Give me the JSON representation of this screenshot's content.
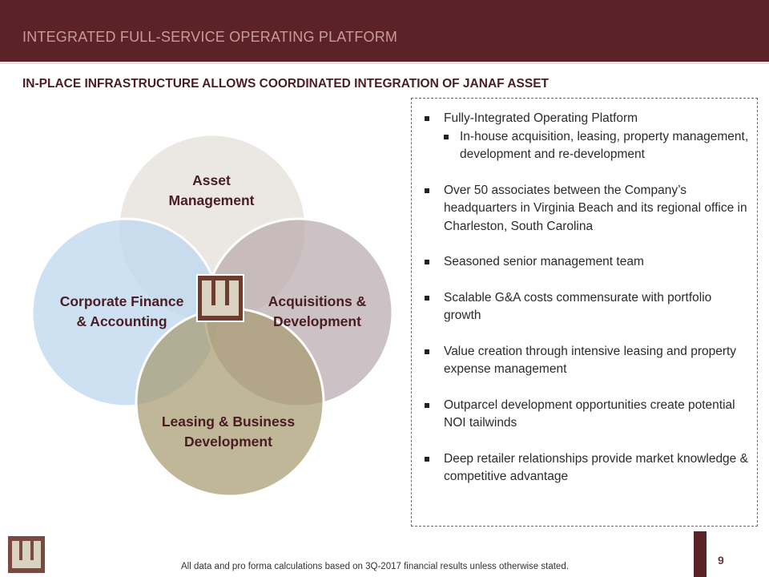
{
  "header": {
    "title": "INTEGRATED FULL-SERVICE OPERATING PLATFORM",
    "subtitle": "IN-PLACE INFRASTRUCTURE ALLOWS COORDINATED INTEGRATION OF JANAF ASSET"
  },
  "venn": {
    "circles": [
      {
        "label_line1": "Asset",
        "label_line2": "Management",
        "color": "#e9e6e0"
      },
      {
        "label_line1": "Corporate Finance",
        "label_line2": "& Accounting",
        "color": "#bfd9ef"
      },
      {
        "label_line1": "Acquisitions &",
        "label_line2": "Development",
        "color": "#cbbcc0"
      },
      {
        "label_line1": "Leasing & Business",
        "label_line2": "Development",
        "color": "#b7ab8b"
      }
    ],
    "center_logo": "wheeler-w-logo-icon"
  },
  "bullets": {
    "b1": {
      "text": "Fully-Integrated Operating Platform",
      "sub": "In-house acquisition, leasing, property management, development and re-development"
    },
    "b2": "Over 50 associates between the Company’s headquarters in Virginia Beach and its regional office in Charleston, South Carolina",
    "b3": "Seasoned senior management team",
    "b4": "Scalable G&A costs commensurate with portfolio growth",
    "b5": "Value creation through intensive leasing and property expense management",
    "b6": "Outparcel development opportunities create potential NOI tailwinds",
    "b7": "Deep retailer relationships provide market knowledge & competitive advantage"
  },
  "footer": {
    "note": "All data and pro forma calculations based on 3Q-2017 financial results unless otherwise stated.",
    "page": "9",
    "logo_icon": "wheeler-w-logo-icon"
  },
  "colors": {
    "brand": "#5b2328",
    "title_text": "#c99b97",
    "subtitle_text": "#4a1d23"
  }
}
